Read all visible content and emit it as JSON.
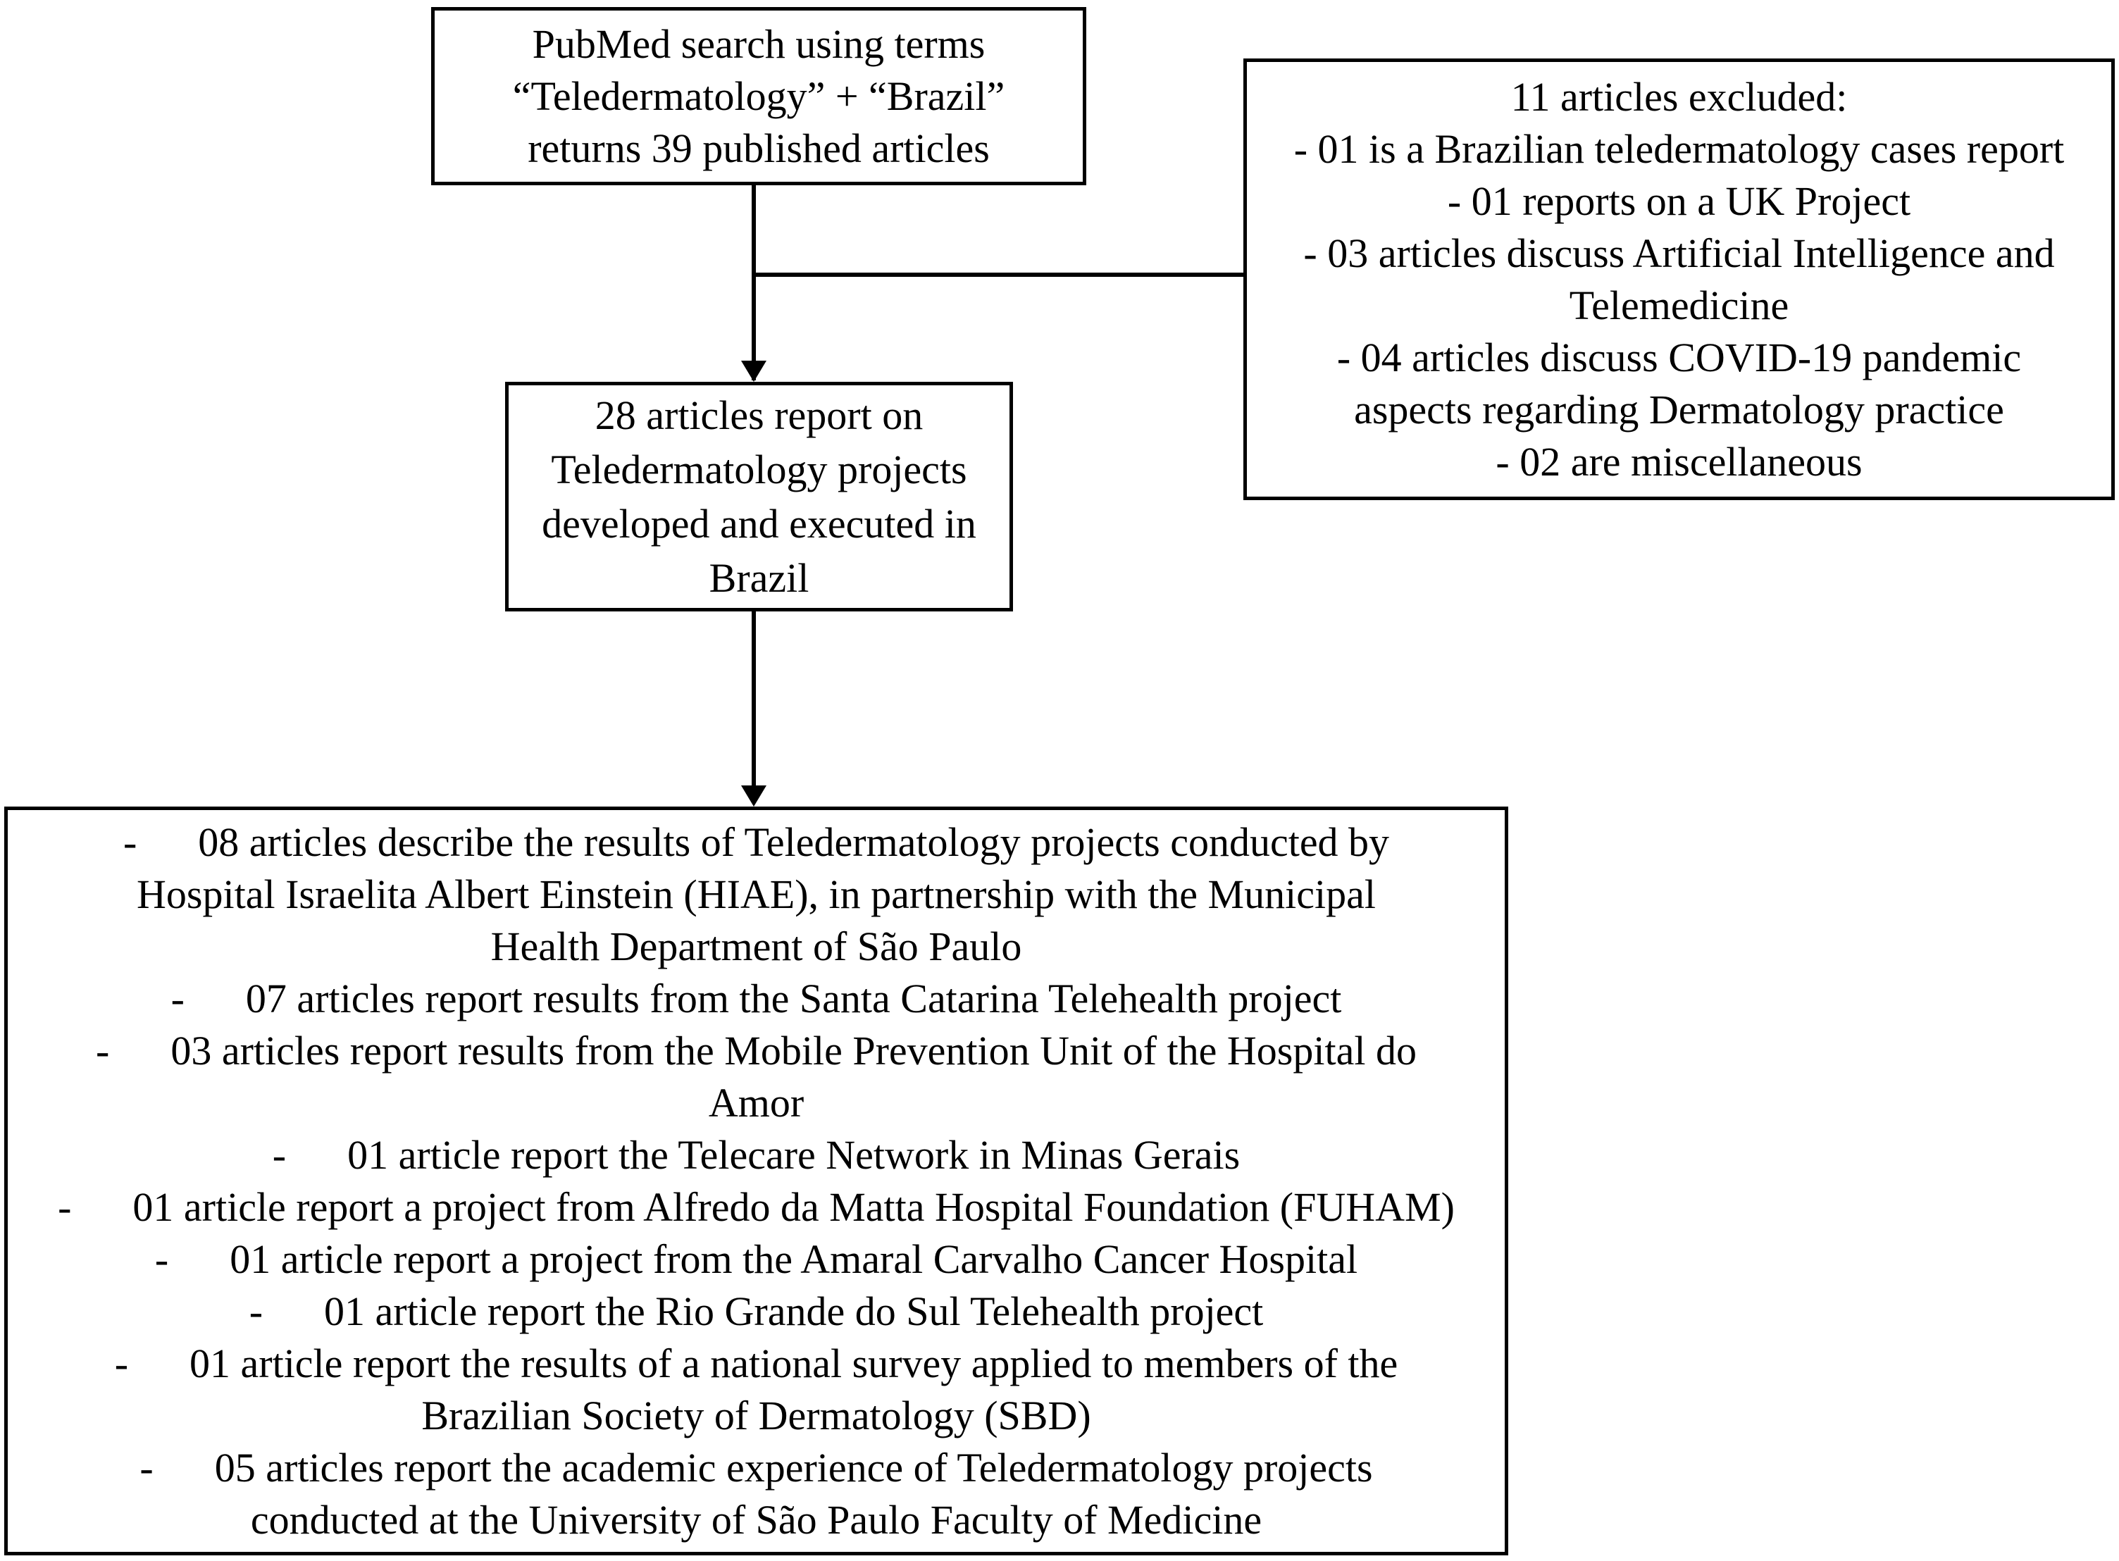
{
  "boxes": {
    "search": {
      "lines": [
        "PubMed search using terms",
        "“Teledermatology” + “Brazil”",
        "returns 39 published articles"
      ]
    },
    "excluded": {
      "lines": [
        "11 articles excluded:",
        "- 01 is a Brazilian teledermatology cases report",
        "- 01 reports on a UK Project",
        "- 03 articles discuss Artificial Intelligence and",
        "Telemedicine",
        "- 04 articles discuss COVID-19 pandemic",
        "aspects regarding Dermatology practice",
        "- 02 are miscellaneous"
      ]
    },
    "included": {
      "lines": [
        "28 articles report on",
        "Teledermatology projects",
        "developed and executed in",
        "Brazil"
      ]
    },
    "results": {
      "lines": [
        "-      08 articles describe the results of Teledermatology projects conducted by",
        "Hospital Israelita Albert Einstein (HIAE), in partnership with the Municipal",
        "Health Department of São Paulo",
        "-      07 articles report results from the Santa Catarina Telehealth project",
        "-      03 articles report results from the Mobile Prevention Unit of the Hospital do",
        "Amor",
        "-      01 article report the Telecare Network in Minas Gerais",
        "-      01 article report a project from Alfredo da Matta Hospital Foundation (FUHAM)",
        "-      01 article report a project from the Amaral Carvalho Cancer Hospital",
        "-      01 article report the Rio Grande do Sul Telehealth project",
        "-      01 article report the results of a national survey applied to members of the",
        "Brazilian Society of Dermatology (SBD)",
        "-      05 articles report the academic experience of Teledermatology projects",
        "conducted at the University of São Paulo Faculty of Medicine"
      ]
    },
    "line_color": "#000000"
  }
}
